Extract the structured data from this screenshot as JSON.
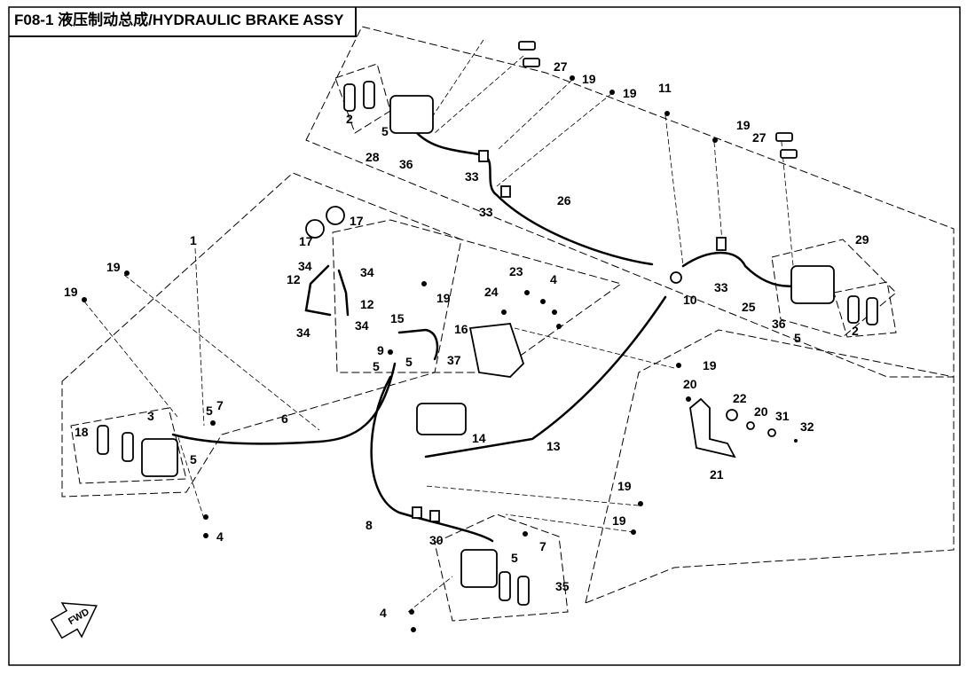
{
  "title": "F08-1 液压制动总成/HYDRAULIC BRAKE ASSY",
  "direction_label": "FWD",
  "callouts": {
    "c1": "1",
    "c2a": "2",
    "c2b": "2",
    "c3": "3",
    "c4a": "4",
    "c4b": "4",
    "c4c": "4",
    "c5a": "5",
    "c5b": "5",
    "c5c": "5",
    "c5d": "5",
    "c5e": "5",
    "c5f": "5",
    "c5g": "5",
    "c6": "6",
    "c7a": "7",
    "c7b": "7",
    "c8": "8",
    "c9": "9",
    "c10": "10",
    "c11": "11",
    "c12a": "12",
    "c12b": "12",
    "c13": "13",
    "c14": "14",
    "c15": "15",
    "c16": "16",
    "c17a": "17",
    "c17b": "17",
    "c18": "18",
    "c19a": "19",
    "c19b": "19",
    "c19c": "19",
    "c19d": "19",
    "c19e": "19",
    "c19f": "19",
    "c19g": "19",
    "c19h": "19",
    "c19i": "19",
    "c20a": "20",
    "c20b": "20",
    "c21": "21",
    "c22": "22",
    "c23": "23",
    "c24": "24",
    "c25": "25",
    "c26": "26",
    "c27a": "27",
    "c27b": "27",
    "c28": "28",
    "c29": "29",
    "c30": "30",
    "c31": "31",
    "c32": "32",
    "c33a": "33",
    "c33b": "33",
    "c33c": "33",
    "c34a": "34",
    "c34b": "34",
    "c34c": "34",
    "c34d": "34",
    "c35": "35",
    "c36a": "36",
    "c36b": "36",
    "c37": "37"
  }
}
